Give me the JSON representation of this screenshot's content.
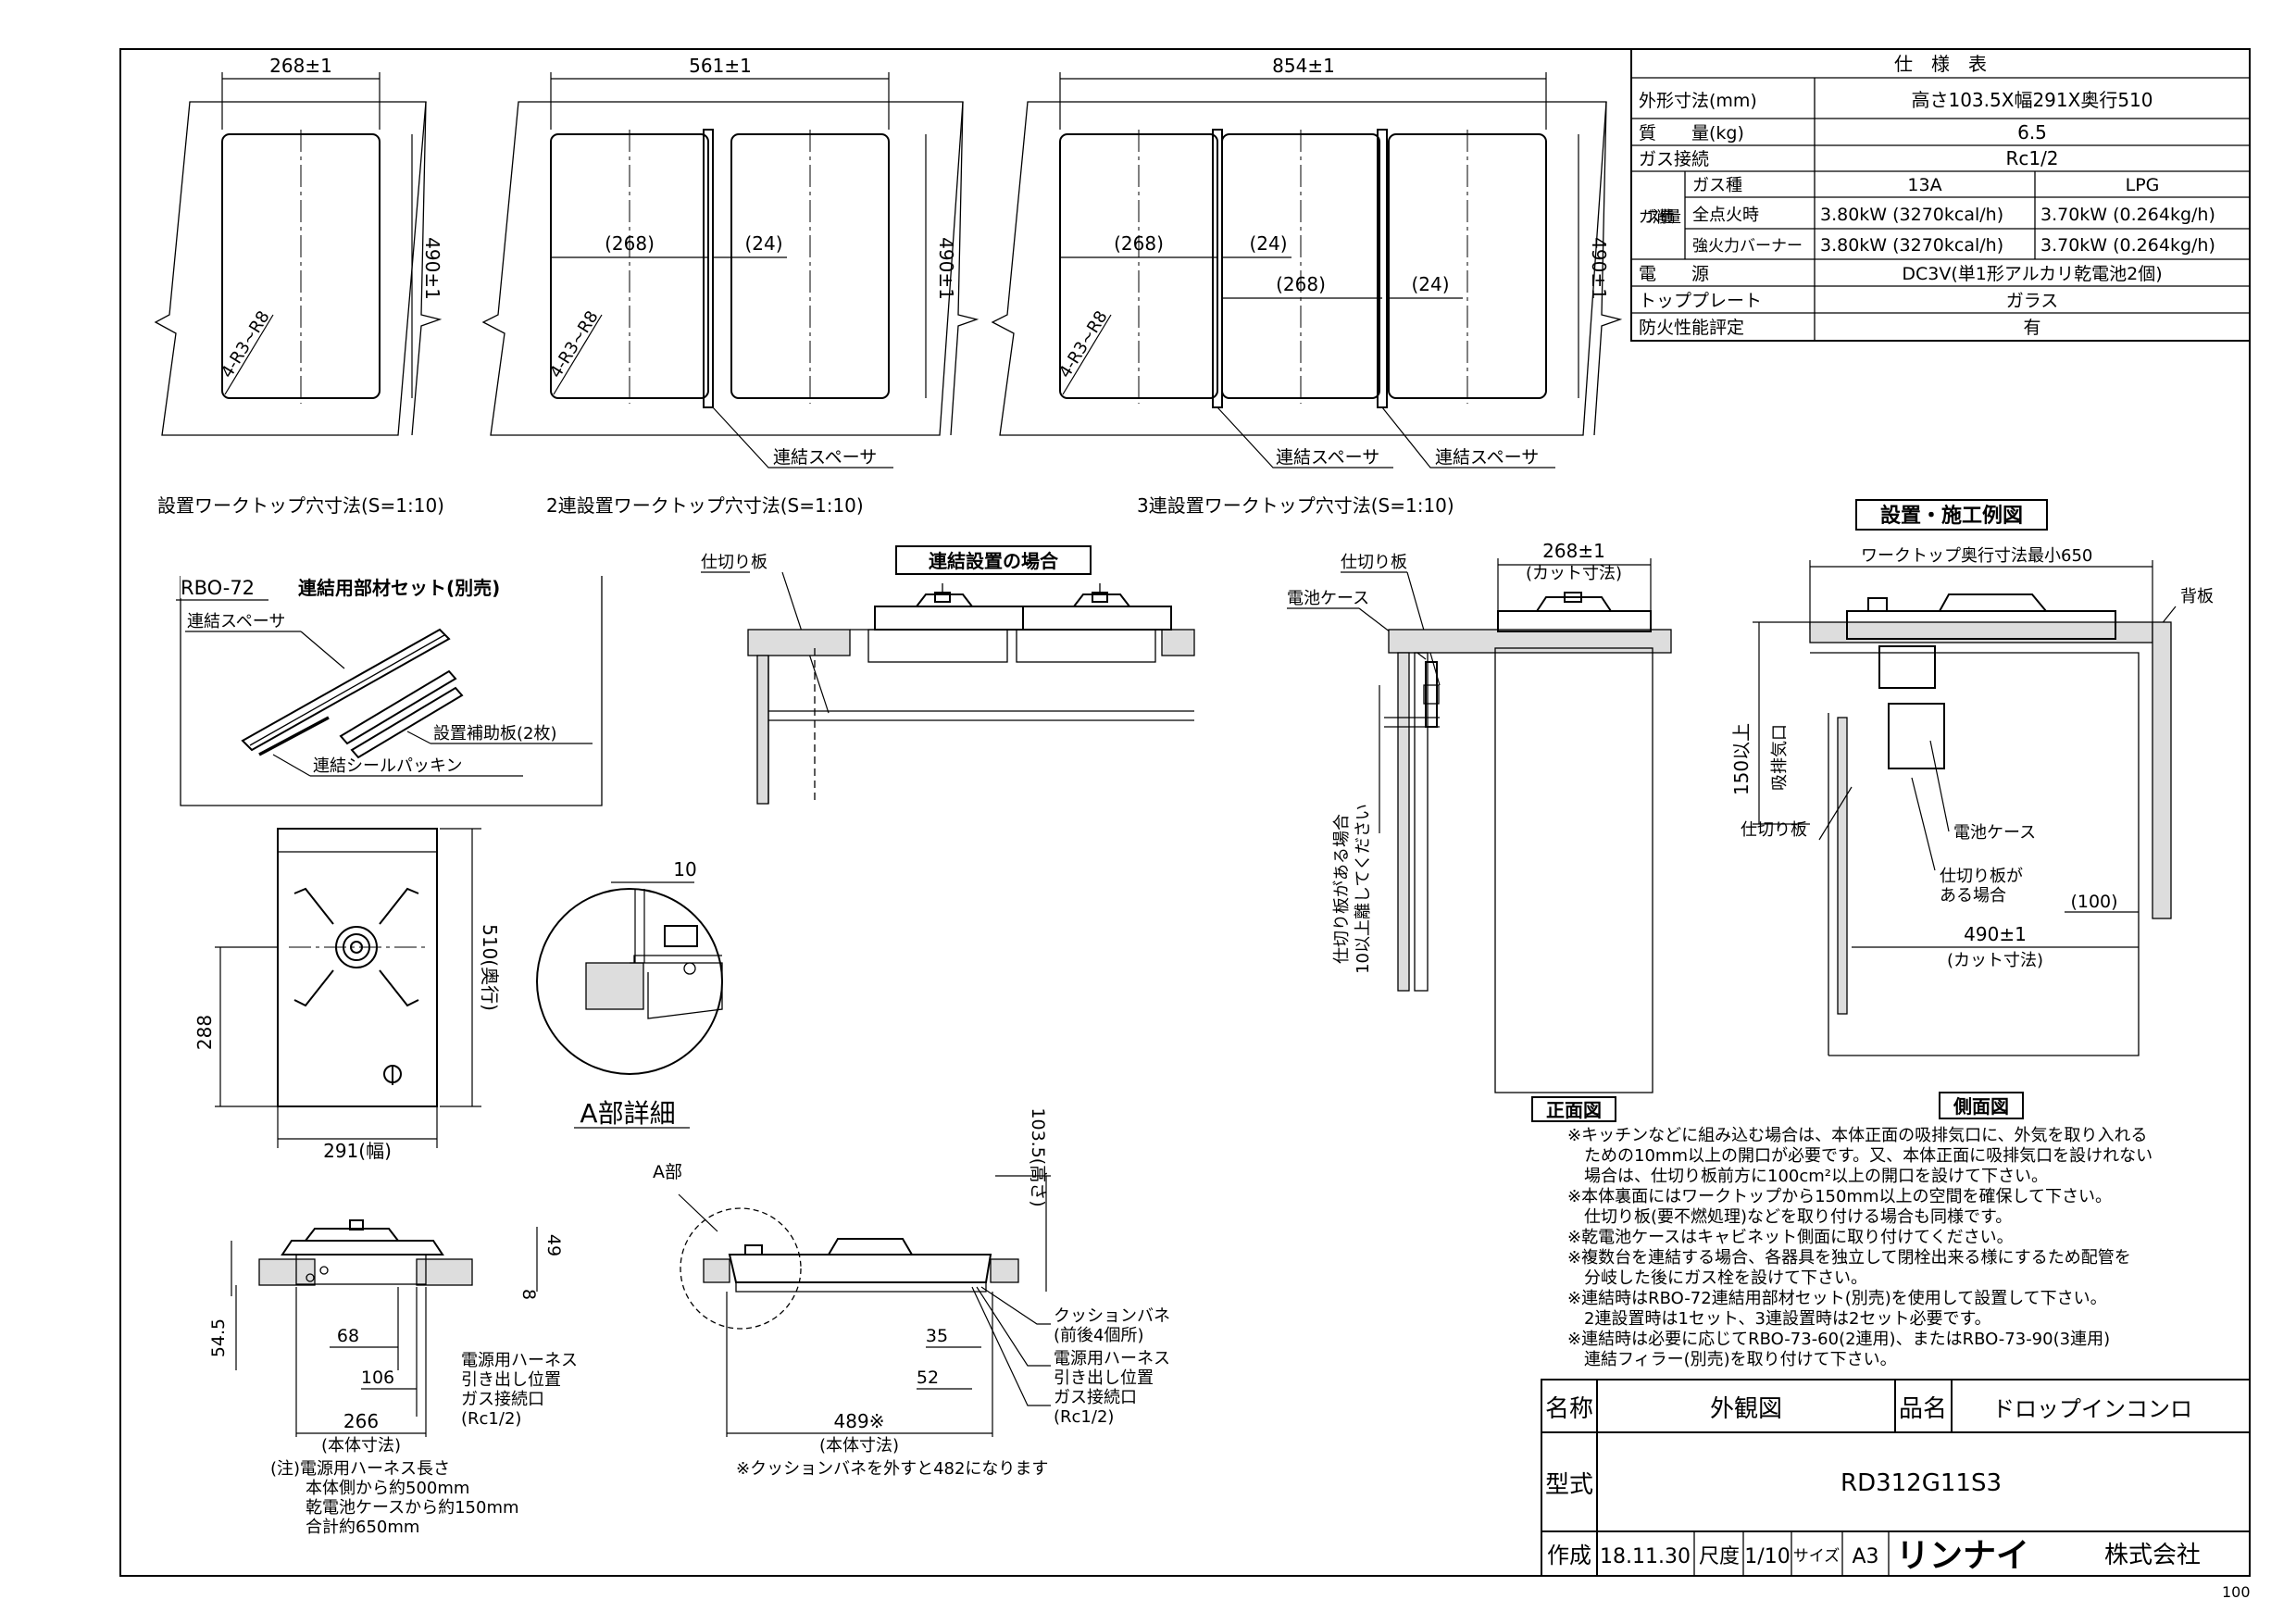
{
  "page_number": "100",
  "spec_table": {
    "title": "仕　様　表",
    "rows": [
      {
        "label": "外形寸法(mm)",
        "value": "高さ103.5X幅291X奥行510"
      },
      {
        "label": "質　　量(kg)",
        "value": "6.5"
      },
      {
        "label": "ガス接続",
        "value": "Rc1/2"
      }
    ],
    "consumption_label": "ガス消費量",
    "gas_type_label": "ガス種",
    "gas_types": [
      "13A",
      "LPG"
    ],
    "consumption_rows": [
      {
        "label": "全点火時",
        "v13a": "3.80kW (3270kcal/h)",
        "vlpg": "3.70kW (0.264kg/h)"
      },
      {
        "label": "強火力バーナー",
        "v13a": "3.80kW (3270kcal/h)",
        "vlpg": "3.70kW (0.264kg/h)"
      }
    ],
    "rows2": [
      {
        "label": "電　　源",
        "value": "DC3V(単1形アルカリ乾電池2個)"
      },
      {
        "label": "トッププレート",
        "value": "ガラス"
      },
      {
        "label": "防火性能評定",
        "value": "有"
      }
    ]
  },
  "cutouts": {
    "single": {
      "width": "268±1",
      "depth": "490±1",
      "radius": "4-R3~R8",
      "caption": "設置ワークトップ穴寸法(S=1:10)"
    },
    "double": {
      "width": "561±1",
      "depth": "490±1",
      "radius": "4-R3~R8",
      "sub1": "(268)",
      "sub2": "(24)",
      "spacer": "連結スペーサ",
      "caption": "2連設置ワークトップ穴寸法(S=1:10)"
    },
    "triple": {
      "width": "854±1",
      "depth": "490±1",
      "radius": "4-R3~R8",
      "sub1": "(268)",
      "sub2": "(24)",
      "sub3": "(268)",
      "sub4": "(24)",
      "spacer1": "連結スペーサ",
      "spacer2": "連結スペーサ",
      "caption": "3連設置ワークトップ穴寸法(S=1:10)"
    }
  },
  "rbo72": {
    "code": "RBO-72",
    "title": "連結用部材セット(別売)",
    "spacer": "連結スペーサ",
    "plate": "設置補助板(2枚)",
    "packing": "連結シールパッキン"
  },
  "connection_example": {
    "title": "連結設置の場合",
    "partition": "仕切り板"
  },
  "top_view": {
    "depth": "510(奥行)",
    "offset": "288",
    "width": "291(幅)"
  },
  "detail_a": {
    "dim": "10",
    "caption": "A部詳細"
  },
  "front_small": {
    "h49": "49",
    "h8": "8",
    "h545": "54.5",
    "d68": "68",
    "d106": "106",
    "d266": "266",
    "body_size": "(本体寸法)",
    "harness": "電源用ハーネス",
    "harness2": "引き出し位置",
    "gas_conn": "ガス接続口",
    "gas_conn2": "(Rc1/2)",
    "notes": [
      "(注)電源用ハーネス長さ",
      "本体側から約500mm",
      "乾電池ケースから約150mm",
      "合計約650mm"
    ]
  },
  "side_small": {
    "a_part": "A部",
    "height": "103.5(高さ)",
    "d35": "35",
    "d52": "52",
    "d489": "489※",
    "body_size": "(本体寸法)",
    "cushion": "クッションバネ",
    "cushion2": "(前後4個所)",
    "harness": "電源用ハーネス",
    "harness2": "引き出し位置",
    "gas_conn": "ガス接続口",
    "gas_conn2": "(Rc1/2)",
    "note": "※クッションバネを外すと482になります"
  },
  "install_example": {
    "title": "設置・施工例図",
    "front": {
      "partition": "仕切り板",
      "battery": "電池ケース",
      "cut_width": "268±1",
      "cut_label": "(カット寸法)",
      "vertical_note1": "仕切り板がある場合",
      "vertical_note2": "10以上離してください",
      "caption": "正面図"
    },
    "side": {
      "depth_min": "ワークトップ奥行寸法最小650",
      "back_panel": "背板",
      "vent_height": "150以上",
      "vent": "吸排気口",
      "partition": "仕切り板",
      "battery": "電池ケース",
      "partition_case1": "仕切り板が",
      "partition_case2": "ある場合",
      "d100": "(100)",
      "cut_depth": "490±1",
      "cut_label": "(カット寸法)",
      "caption": "側面図"
    }
  },
  "notes": [
    "※キッチンなどに組み込む場合は、本体正面の吸排気口に、外気を取り入れる",
    "　ための10mm以上の開口が必要です。又、本体正面に吸排気口を設けれない",
    "　場合は、仕切り板前方に100cm²以上の開口を設けて下さい。",
    "※本体裏面にはワークトップから150mm以上の空間を確保して下さい。",
    "　仕切り板(要不燃処理)などを取り付ける場合も同様です。",
    "※乾電池ケースはキャビネット側面に取り付けてください。",
    "※複数台を連結する場合、各器具を独立して閉栓出来る様にするため配管を",
    "　分岐した後にガス栓を設けて下さい。",
    "※連結時はRBO-72連結用部材セット(別売)を使用して設置して下さい。",
    "　2連設置時は1セット、3連設置時は2セット必要です。",
    "※連結時は必要に応じてRBO-73-60(2連用)、またはRBO-73-90(3連用)",
    "　連結フィラー(別売)を取り付けて下さい。"
  ],
  "title_block": {
    "name_label": "名称",
    "name_value": "外観図",
    "product_label": "品名",
    "product_value": "ドロップインコンロ",
    "model_label": "型式",
    "model_value": "RD312G11S3",
    "made_label": "作成",
    "date": "18.11.30",
    "scale_label": "尺度",
    "scale": "1/10",
    "size_label": "サイズ",
    "size": "A3",
    "company": "リンナイ",
    "company_suffix": "株式会社"
  }
}
